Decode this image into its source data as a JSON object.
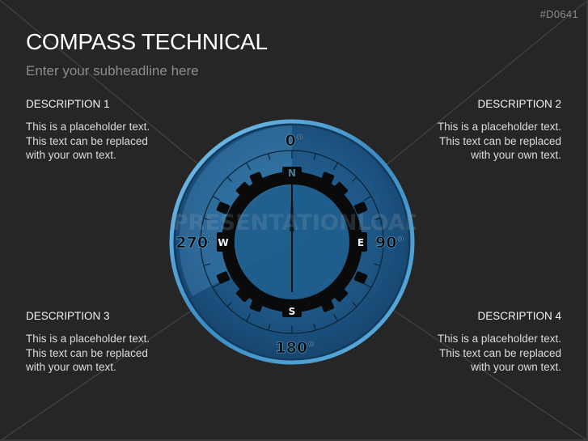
{
  "slide": {
    "code": "#D0641",
    "title": "COMPASS TECHNICAL",
    "subtitle": "Enter your subheadline here",
    "watermark": "PRESENTATIONLOAD",
    "colors": {
      "background": "#262626",
      "compass_blue": "#1f5a86",
      "compass_rim": "#4a9fd6",
      "ring_black": "#0a0a0a"
    }
  },
  "descriptions": [
    {
      "heading": "DESCRIPTION 1",
      "lines": [
        "This is a placeholder text.",
        "This text can be replaced",
        "with your own text."
      ]
    },
    {
      "heading": "DESCRIPTION 2",
      "lines": [
        "This is a placeholder text.",
        "This text can be replaced",
        "with your own text."
      ]
    },
    {
      "heading": "DESCRIPTION 3",
      "lines": [
        "This is a placeholder text.",
        "This text can be replaced",
        "with your own text."
      ]
    },
    {
      "heading": "DESCRIPTION 4",
      "lines": [
        "This is a placeholder text.",
        "This text can be replaced",
        "with your own text."
      ]
    }
  ],
  "compass": {
    "degrees": {
      "north": "0°",
      "east": "90°",
      "south": "180°",
      "west": "270°"
    },
    "cardinals": {
      "north": "N",
      "east": "E",
      "south": "S",
      "west": "W"
    },
    "icon": "compass-icon"
  }
}
